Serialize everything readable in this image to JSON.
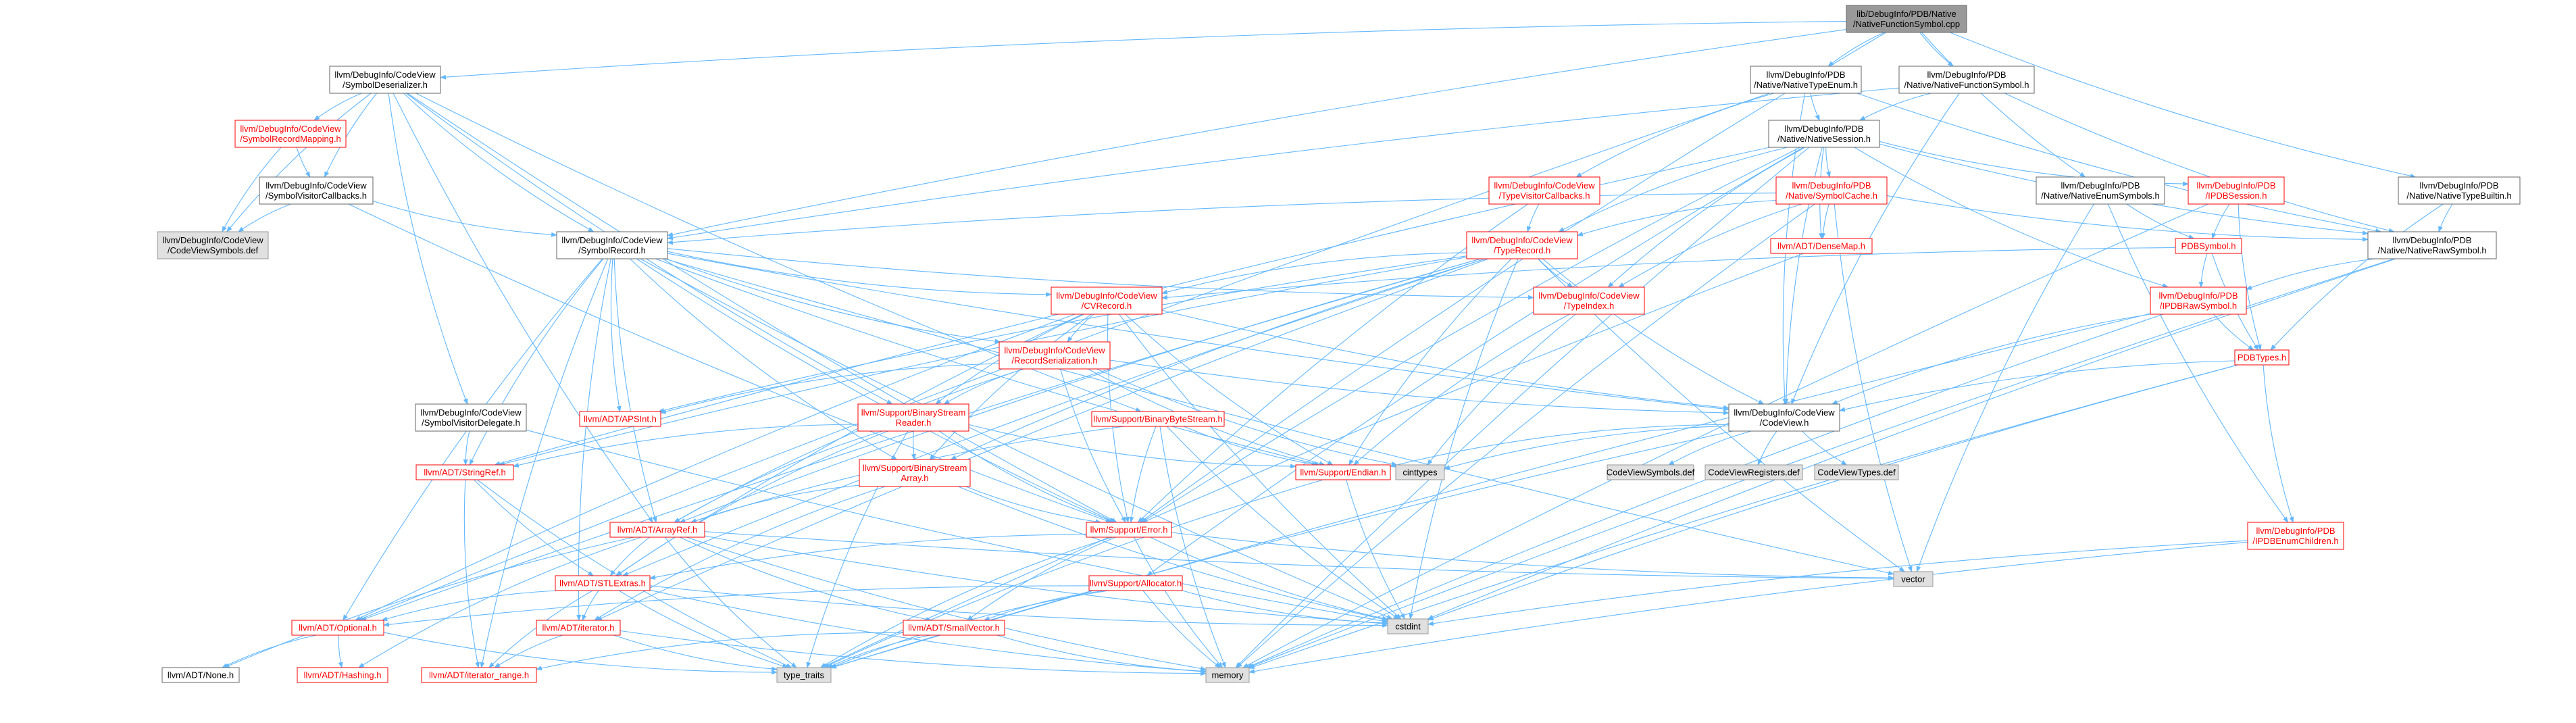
{
  "colors": {
    "edge": "#63b8ff",
    "node_border_normal": "#666666",
    "node_border_red": "#ff0000",
    "node_fill_root": "#999999",
    "node_fill_gray": "#e0e0e0",
    "node_fill_white": "#ffffff",
    "text_red": "#ff0000",
    "text_black": "#000000"
  },
  "nodes": [
    {
      "id": "root",
      "lines": [
        "lib/DebugInfo/PDB/Native",
        "/NativeFunctionSymbol.cpp"
      ],
      "style": "root"
    },
    {
      "id": "symdeser",
      "lines": [
        "llvm/DebugInfo/CodeView",
        "/SymbolDeserializer.h"
      ],
      "style": "normal"
    },
    {
      "id": "nattypeenum",
      "lines": [
        "llvm/DebugInfo/PDB",
        "/Native/NativeTypeEnum.h"
      ],
      "style": "normal"
    },
    {
      "id": "natfuncsym",
      "lines": [
        "llvm/DebugInfo/PDB",
        "/Native/NativeFunctionSymbol.h"
      ],
      "style": "normal"
    },
    {
      "id": "symrecmap",
      "lines": [
        "llvm/DebugInfo/CodeView",
        "/SymbolRecordMapping.h"
      ],
      "style": "red"
    },
    {
      "id": "natsession",
      "lines": [
        "llvm/DebugInfo/PDB",
        "/Native/NativeSession.h"
      ],
      "style": "normal"
    },
    {
      "id": "symviscb",
      "lines": [
        "llvm/DebugInfo/CodeView",
        "/SymbolVisitorCallbacks.h"
      ],
      "style": "normal"
    },
    {
      "id": "typeviscb",
      "lines": [
        "llvm/DebugInfo/CodeView",
        "/TypeVisitorCallbacks.h"
      ],
      "style": "red"
    },
    {
      "id": "natsymcache",
      "lines": [
        "llvm/DebugInfo/PDB",
        "/Native/SymbolCache.h"
      ],
      "style": "red"
    },
    {
      "id": "ipdbsession",
      "lines": [
        "llvm/DebugInfo/PDB",
        "/IPDBSession.h"
      ],
      "style": "red"
    },
    {
      "id": "natenumsyms",
      "lines": [
        "llvm/DebugInfo/PDB",
        "/Native/NativeEnumSymbols.h"
      ],
      "style": "normal"
    },
    {
      "id": "nattypebuiltin",
      "lines": [
        "llvm/DebugInfo/PDB",
        "/Native/NativeTypeBuiltin.h"
      ],
      "style": "normal"
    },
    {
      "id": "cvsymdef",
      "lines": [
        "llvm/DebugInfo/CodeView",
        "/CodeViewSymbols.def"
      ],
      "style": "gray"
    },
    {
      "id": "symrecord",
      "lines": [
        "llvm/DebugInfo/CodeView",
        "/SymbolRecord.h"
      ],
      "style": "normal"
    },
    {
      "id": "typerecord",
      "lines": [
        "llvm/DebugInfo/CodeView",
        "/TypeRecord.h"
      ],
      "style": "red"
    },
    {
      "id": "densemap",
      "lines": [
        "llvm/ADT/DenseMap.h"
      ],
      "style": "red"
    },
    {
      "id": "pdbsymbol",
      "lines": [
        "PDBSymbol.h"
      ],
      "style": "red"
    },
    {
      "id": "natrawsym",
      "lines": [
        "llvm/DebugInfo/PDB",
        "/Native/NativeRawSymbol.h"
      ],
      "style": "normal"
    },
    {
      "id": "cvrecord",
      "lines": [
        "llvm/DebugInfo/CodeView",
        "/CVRecord.h"
      ],
      "style": "red"
    },
    {
      "id": "typeindex",
      "lines": [
        "llvm/DebugInfo/CodeView",
        "/TypeIndex.h"
      ],
      "style": "red"
    },
    {
      "id": "ipdbrawsym",
      "lines": [
        "llvm/DebugInfo/PDB",
        "/IPDBRawSymbol.h"
      ],
      "style": "red"
    },
    {
      "id": "recser",
      "lines": [
        "llvm/DebugInfo/CodeView",
        "/RecordSerialization.h"
      ],
      "style": "red"
    },
    {
      "id": "pdbtypes",
      "lines": [
        "PDBTypes.h"
      ],
      "style": "red"
    },
    {
      "id": "symvisdel",
      "lines": [
        "llvm/DebugInfo/CodeView",
        "/SymbolVisitorDelegate.h"
      ],
      "style": "normal"
    },
    {
      "id": "apsint",
      "lines": [
        "llvm/ADT/APSInt.h"
      ],
      "style": "red"
    },
    {
      "id": "binstreamreader",
      "lines": [
        "llvm/Support/BinaryStream",
        "Reader.h"
      ],
      "style": "red"
    },
    {
      "id": "binbytestream",
      "lines": [
        "llvm/Support/BinaryByteStream.h"
      ],
      "style": "red"
    },
    {
      "id": "codeview",
      "lines": [
        "llvm/DebugInfo/CodeView",
        "/CodeView.h"
      ],
      "style": "normal"
    },
    {
      "id": "stringref",
      "lines": [
        "llvm/ADT/StringRef.h"
      ],
      "style": "red"
    },
    {
      "id": "binstreamarray",
      "lines": [
        "llvm/Support/BinaryStream",
        "Array.h"
      ],
      "style": "red"
    },
    {
      "id": "endian",
      "lines": [
        "llvm/Support/Endian.h"
      ],
      "style": "red"
    },
    {
      "id": "cinttypes",
      "lines": [
        "cinttypes"
      ],
      "style": "gray"
    },
    {
      "id": "cvsymdef2",
      "lines": [
        "CodeViewSymbols.def"
      ],
      "style": "gray"
    },
    {
      "id": "cvregdef",
      "lines": [
        "CodeViewRegisters.def"
      ],
      "style": "gray"
    },
    {
      "id": "cvtypesdef",
      "lines": [
        "CodeViewTypes.def"
      ],
      "style": "gray"
    },
    {
      "id": "arrayref",
      "lines": [
        "llvm/ADT/ArrayRef.h"
      ],
      "style": "red"
    },
    {
      "id": "error",
      "lines": [
        "llvm/Support/Error.h"
      ],
      "style": "red"
    },
    {
      "id": "ipdbenumchildren",
      "lines": [
        "llvm/DebugInfo/PDB",
        "/IPDBEnumChildren.h"
      ],
      "style": "red"
    },
    {
      "id": "vector",
      "lines": [
        "vector"
      ],
      "style": "gray"
    },
    {
      "id": "stlextras",
      "lines": [
        "llvm/ADT/STLExtras.h"
      ],
      "style": "red"
    },
    {
      "id": "allocator",
      "lines": [
        "llvm/Support/Allocator.h"
      ],
      "style": "red"
    },
    {
      "id": "cstdint",
      "lines": [
        "cstdint"
      ],
      "style": "gray"
    },
    {
      "id": "optional",
      "lines": [
        "llvm/ADT/Optional.h"
      ],
      "style": "red"
    },
    {
      "id": "iterator",
      "lines": [
        "llvm/ADT/iterator.h"
      ],
      "style": "red"
    },
    {
      "id": "smallvector",
      "lines": [
        "llvm/ADT/SmallVector.h"
      ],
      "style": "red"
    },
    {
      "id": "none",
      "lines": [
        "llvm/ADT/None.h"
      ],
      "style": "normal"
    },
    {
      "id": "hashing",
      "lines": [
        "llvm/ADT/Hashing.h"
      ],
      "style": "red"
    },
    {
      "id": "iterrange",
      "lines": [
        "llvm/ADT/iterator_range.h"
      ],
      "style": "red"
    },
    {
      "id": "typetraits",
      "lines": [
        "type_traits"
      ],
      "style": "gray"
    },
    {
      "id": "memory",
      "lines": [
        "memory"
      ],
      "style": "gray"
    }
  ],
  "edges": [
    [
      "root",
      "symdeser"
    ],
    [
      "root",
      "nattypeenum"
    ],
    [
      "root",
      "natfuncsym"
    ],
    [
      "root",
      "natenumsyms"
    ],
    [
      "root",
      "nattypebuiltin"
    ],
    [
      "root",
      "symrecord"
    ],
    [
      "root",
      "error"
    ],
    [
      "symdeser",
      "symrecmap"
    ],
    [
      "symdeser",
      "symviscb"
    ],
    [
      "symdeser",
      "cvsymdef"
    ],
    [
      "symdeser",
      "symrecord"
    ],
    [
      "symdeser",
      "symvisdel"
    ],
    [
      "symdeser",
      "binbytestream"
    ],
    [
      "symdeser",
      "binstreamreader"
    ],
    [
      "symdeser",
      "error"
    ],
    [
      "symdeser",
      "arrayref"
    ],
    [
      "nattypeenum",
      "natsession"
    ],
    [
      "nattypeenum",
      "natrawsym"
    ],
    [
      "nattypeenum",
      "typeviscb"
    ],
    [
      "nattypeenum",
      "codeview"
    ],
    [
      "nattypeenum",
      "optional"
    ],
    [
      "natfuncsym",
      "natsession"
    ],
    [
      "natfuncsym",
      "natrawsym"
    ],
    [
      "natfuncsym",
      "codeview"
    ],
    [
      "natfuncsym",
      "symrecord"
    ],
    [
      "symrecmap",
      "symviscb"
    ],
    [
      "symrecmap",
      "cvsymdef"
    ],
    [
      "symviscb",
      "symrecord"
    ],
    [
      "symviscb",
      "cvsymdef"
    ],
    [
      "symviscb",
      "error"
    ],
    [
      "natsession",
      "natsymcache"
    ],
    [
      "natsession",
      "ipdbsession"
    ],
    [
      "natsession",
      "densemap"
    ],
    [
      "natsession",
      "typerecord"
    ],
    [
      "natsession",
      "typeindex"
    ],
    [
      "natsession",
      "ipdbrawsym"
    ],
    [
      "natsession",
      "codeview"
    ],
    [
      "natsession",
      "stringref"
    ],
    [
      "natsession",
      "allocator"
    ],
    [
      "natsession",
      "error"
    ],
    [
      "natsession",
      "natrawsym"
    ],
    [
      "natsession",
      "memory"
    ],
    [
      "typeviscb",
      "typerecord"
    ],
    [
      "typeviscb",
      "error"
    ],
    [
      "natsymcache",
      "densemap"
    ],
    [
      "natsymcache",
      "typerecord"
    ],
    [
      "natsymcache",
      "typeindex"
    ],
    [
      "natsymcache",
      "natrawsym"
    ],
    [
      "natsymcache",
      "symrecord"
    ],
    [
      "natsymcache",
      "vector"
    ],
    [
      "natsymcache",
      "memory"
    ],
    [
      "ipdbsession",
      "pdbsymbol"
    ],
    [
      "ipdbsession",
      "pdbtypes"
    ],
    [
      "ipdbsession",
      "memory"
    ],
    [
      "natenumsyms",
      "ipdbenumchildren"
    ],
    [
      "natenumsyms",
      "pdbsymbol"
    ],
    [
      "natenumsyms",
      "vector"
    ],
    [
      "nattypebuiltin",
      "natrawsym"
    ],
    [
      "nattypebuiltin",
      "pdbtypes"
    ],
    [
      "symrecord",
      "cvrecord"
    ],
    [
      "symrecord",
      "typeindex"
    ],
    [
      "symrecord",
      "recser"
    ],
    [
      "symrecord",
      "apsint"
    ],
    [
      "symrecord",
      "arrayref"
    ],
    [
      "symrecord",
      "stringref"
    ],
    [
      "symrecord",
      "optional"
    ],
    [
      "symrecord",
      "codeview"
    ],
    [
      "symrecord",
      "binstreamarray"
    ],
    [
      "symrecord",
      "endian"
    ],
    [
      "symrecord",
      "error"
    ],
    [
      "symrecord",
      "iterator"
    ],
    [
      "symrecord",
      "iterrange"
    ],
    [
      "symrecord",
      "cstdint"
    ],
    [
      "symrecord",
      "vector"
    ],
    [
      "typerecord",
      "cvrecord"
    ],
    [
      "typerecord",
      "typeindex"
    ],
    [
      "typerecord",
      "codeview"
    ],
    [
      "typerecord",
      "apsint"
    ],
    [
      "typerecord",
      "arrayref"
    ],
    [
      "typerecord",
      "stringref"
    ],
    [
      "typerecord",
      "optional"
    ],
    [
      "typerecord",
      "stlextras"
    ],
    [
      "typerecord",
      "binstreamarray"
    ],
    [
      "typerecord",
      "endian"
    ],
    [
      "typerecord",
      "cstdint"
    ],
    [
      "typerecord",
      "vector"
    ],
    [
      "typerecord",
      "iterator"
    ],
    [
      "densemap",
      "typetraits"
    ],
    [
      "pdbsymbol",
      "ipdbrawsym"
    ],
    [
      "pdbsymbol",
      "pdbtypes"
    ],
    [
      "pdbsymbol",
      "cvrecord"
    ],
    [
      "natrawsym",
      "ipdbrawsym"
    ],
    [
      "natrawsym",
      "cstdint"
    ],
    [
      "natrawsym",
      "memory"
    ],
    [
      "cvrecord",
      "recser"
    ],
    [
      "cvrecord",
      "codeview"
    ],
    [
      "cvrecord",
      "binstreamreader"
    ],
    [
      "cvrecord",
      "binstreamarray"
    ],
    [
      "cvrecord",
      "endian"
    ],
    [
      "cvrecord",
      "error"
    ],
    [
      "cvrecord",
      "optional"
    ],
    [
      "cvrecord",
      "stlextras"
    ],
    [
      "cvrecord",
      "cstdint"
    ],
    [
      "typeindex",
      "endian"
    ],
    [
      "typeindex",
      "cinttypes"
    ],
    [
      "ipdbrawsym",
      "pdbtypes"
    ],
    [
      "ipdbrawsym",
      "codeview"
    ],
    [
      "ipdbrawsym",
      "memory"
    ],
    [
      "ipdbrawsym",
      "typetraits"
    ],
    [
      "recser",
      "apsint"
    ],
    [
      "recser",
      "arrayref"
    ],
    [
      "recser",
      "binstreamreader"
    ],
    [
      "recser",
      "codeview"
    ],
    [
      "recser",
      "endian"
    ],
    [
      "recser",
      "error"
    ],
    [
      "recser",
      "cinttypes"
    ],
    [
      "pdbtypes",
      "codeview"
    ],
    [
      "pdbtypes",
      "ipdbenumchildren"
    ],
    [
      "pdbtypes",
      "cstdint"
    ],
    [
      "pdbtypes",
      "memory"
    ],
    [
      "symvisdel",
      "stringref"
    ],
    [
      "symvisdel",
      "cstdint"
    ],
    [
      "binstreamreader",
      "arrayref"
    ],
    [
      "binstreamreader",
      "stlextras"
    ],
    [
      "binstreamreader",
      "stringref"
    ],
    [
      "binstreamreader",
      "endian"
    ],
    [
      "binstreamreader",
      "error"
    ],
    [
      "binstreamreader",
      "binstreamarray"
    ],
    [
      "binstreamreader",
      "typetraits"
    ],
    [
      "binbytestream",
      "arrayref"
    ],
    [
      "binbytestream",
      "error"
    ],
    [
      "binbytestream",
      "endian"
    ],
    [
      "binbytestream",
      "cstdint"
    ],
    [
      "binbytestream",
      "memory"
    ],
    [
      "codeview",
      "cvsymdef2"
    ],
    [
      "codeview",
      "cvregdef"
    ],
    [
      "codeview",
      "cvtypesdef"
    ],
    [
      "codeview",
      "endian"
    ],
    [
      "codeview",
      "cinttypes"
    ],
    [
      "codeview",
      "typetraits"
    ],
    [
      "stringref",
      "stlextras"
    ],
    [
      "stringref",
      "iterrange"
    ],
    [
      "stringref",
      "typetraits"
    ],
    [
      "binstreamarray",
      "arrayref"
    ],
    [
      "binstreamarray",
      "iterator"
    ],
    [
      "binstreamarray",
      "error"
    ],
    [
      "binstreamarray",
      "cstdint"
    ],
    [
      "endian",
      "cstdint"
    ],
    [
      "endian",
      "typetraits"
    ],
    [
      "arrayref",
      "stlextras"
    ],
    [
      "arrayref",
      "smallvector"
    ],
    [
      "arrayref",
      "hashing"
    ],
    [
      "arrayref",
      "none"
    ],
    [
      "arrayref",
      "cstdint"
    ],
    [
      "arrayref",
      "memory"
    ],
    [
      "arrayref",
      "vector"
    ],
    [
      "arrayref",
      "typetraits"
    ],
    [
      "error",
      "stlextras"
    ],
    [
      "error",
      "smallvector"
    ],
    [
      "error",
      "cstdint"
    ],
    [
      "error",
      "memory"
    ],
    [
      "error",
      "vector"
    ],
    [
      "error",
      "typetraits"
    ],
    [
      "ipdbenumchildren",
      "cstdint"
    ],
    [
      "ipdbenumchildren",
      "memory"
    ],
    [
      "stlextras",
      "optional"
    ],
    [
      "stlextras",
      "iterator"
    ],
    [
      "stlextras",
      "iterrange"
    ],
    [
      "stlextras",
      "cstdint"
    ],
    [
      "stlextras",
      "memory"
    ],
    [
      "stlextras",
      "typetraits"
    ],
    [
      "allocator",
      "optional"
    ],
    [
      "allocator",
      "smallvector"
    ],
    [
      "allocator",
      "cstdint"
    ],
    [
      "allocator",
      "memory"
    ],
    [
      "allocator",
      "typetraits"
    ],
    [
      "optional",
      "none"
    ],
    [
      "optional",
      "hashing"
    ],
    [
      "optional",
      "typetraits"
    ],
    [
      "iterator",
      "iterrange"
    ],
    [
      "iterator",
      "typetraits"
    ],
    [
      "iterator",
      "memory"
    ],
    [
      "smallvector",
      "iterrange"
    ],
    [
      "smallvector",
      "typetraits"
    ],
    [
      "smallvector",
      "memory"
    ]
  ]
}
